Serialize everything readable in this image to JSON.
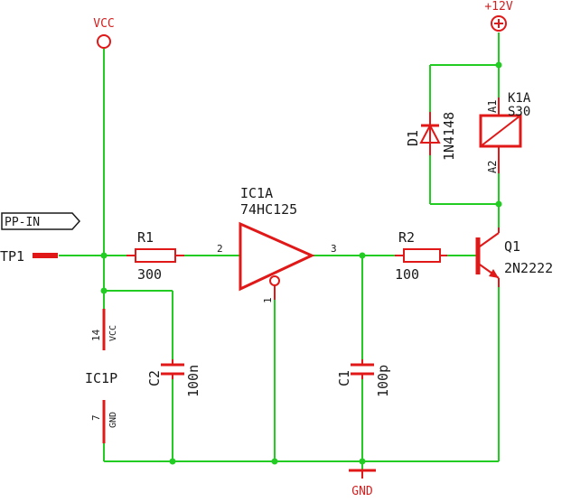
{
  "power": {
    "vcc_label": "VCC",
    "v12_label": "+12V",
    "gnd_label": "GND"
  },
  "net": {
    "pp_in": "PP-IN"
  },
  "testpoint": {
    "name": "TP1"
  },
  "r1": {
    "name": "R1",
    "value": "300"
  },
  "r2": {
    "name": "R2",
    "value": "100"
  },
  "ic1a": {
    "name": "IC1A",
    "part": "74HC125",
    "pin_in": "2",
    "pin_out": "3",
    "pin_oe": "1"
  },
  "ic1p": {
    "name": "IC1P",
    "pin_vcc": "14",
    "vcc_text": "VCC",
    "pin_gnd": "7",
    "gnd_text": "GND"
  },
  "c1": {
    "name": "C1",
    "value": "100p"
  },
  "c2": {
    "name": "C2",
    "value": "100n"
  },
  "d1": {
    "name": "D1",
    "value": "1N4148"
  },
  "k1a": {
    "name": "K1A",
    "value": "S30",
    "pin_a1": "A1",
    "pin_a2": "A2"
  },
  "q1": {
    "name": "Q1",
    "value": "2N2222"
  },
  "colors": {
    "wire": "#22cc22",
    "part": "#e01818",
    "text": "#1a1a1a"
  }
}
